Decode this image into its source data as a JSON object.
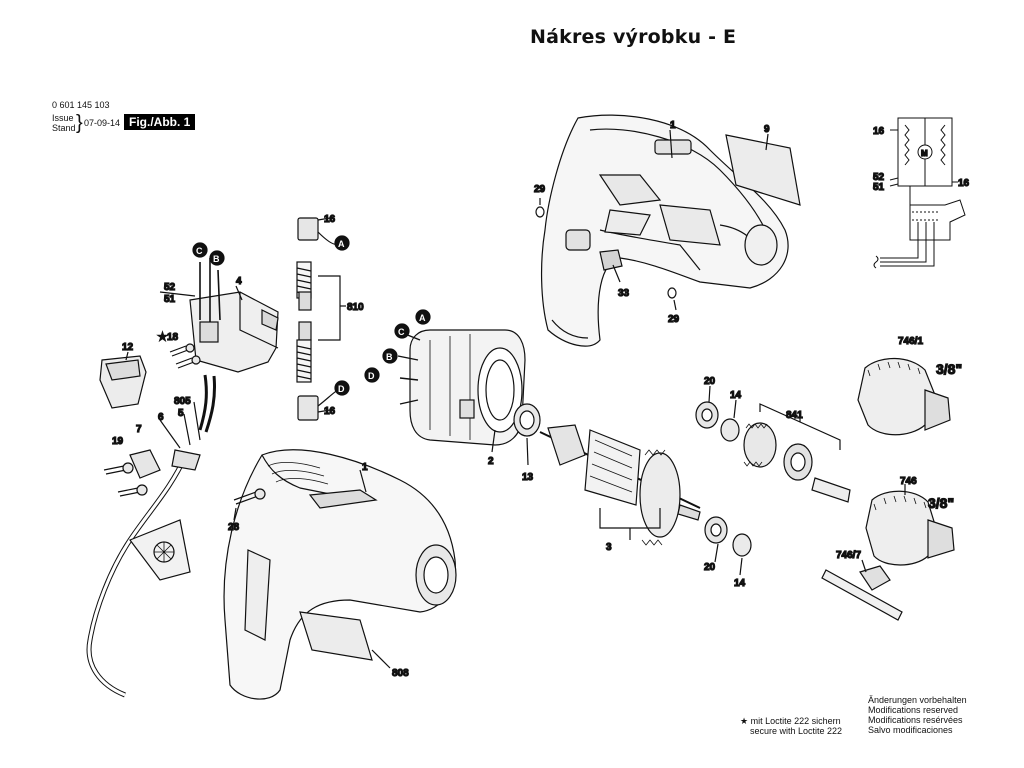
{
  "title": "Nákres výrobku - E",
  "header": {
    "part_number": "0 601 145 103",
    "issue_label": "Issue",
    "stand_label": "Stand",
    "date": "07-09-14",
    "fig_label": "Fig./Abb. 1"
  },
  "callouts": {
    "housing_top": "1",
    "plate_top": "9",
    "screw_29a": "29",
    "screw_29b": "29",
    "knob_33": "33",
    "brush_16a": "16",
    "brush_16b": "16",
    "brushes_810": "810",
    "wire_52": "52",
    "wire_51": "51",
    "switch_4": "4",
    "star_18": "★18",
    "cap_12": "12",
    "cord_805": "805",
    "cord_5": "5",
    "cord_6": "6",
    "clamp_7": "7",
    "screw_19": "19",
    "field_2": "2",
    "bearing_13": "13",
    "armature_3": "3",
    "ring_20a": "20",
    "ring_14a": "14",
    "gear_841": "841",
    "ring_20b": "20",
    "ring_14b": "14",
    "chuck_7461": "746/1",
    "chuck_746": "746",
    "key_7467": "746/7",
    "housing_main": "1",
    "screw_28": "28",
    "plate_808": "808",
    "sch_16a": "16",
    "sch_52": "52",
    "sch_51": "51",
    "sch_16b": "16"
  },
  "markers": {
    "A": "A",
    "B": "B",
    "C": "C",
    "D": "D"
  },
  "chuck_size_1": "3/8\"",
  "chuck_size_2": "3/8\"",
  "motor_symbol": "M",
  "notes": {
    "loctite_de": "mit Loctite 222 sichern",
    "loctite_en": "secure with Loctite 222",
    "mod_de": "Änderungen vorbehalten",
    "mod_en": "Modifications reserved",
    "mod_fr": "Modifications resérvées",
    "mod_es": "Salvo modificaciones"
  }
}
